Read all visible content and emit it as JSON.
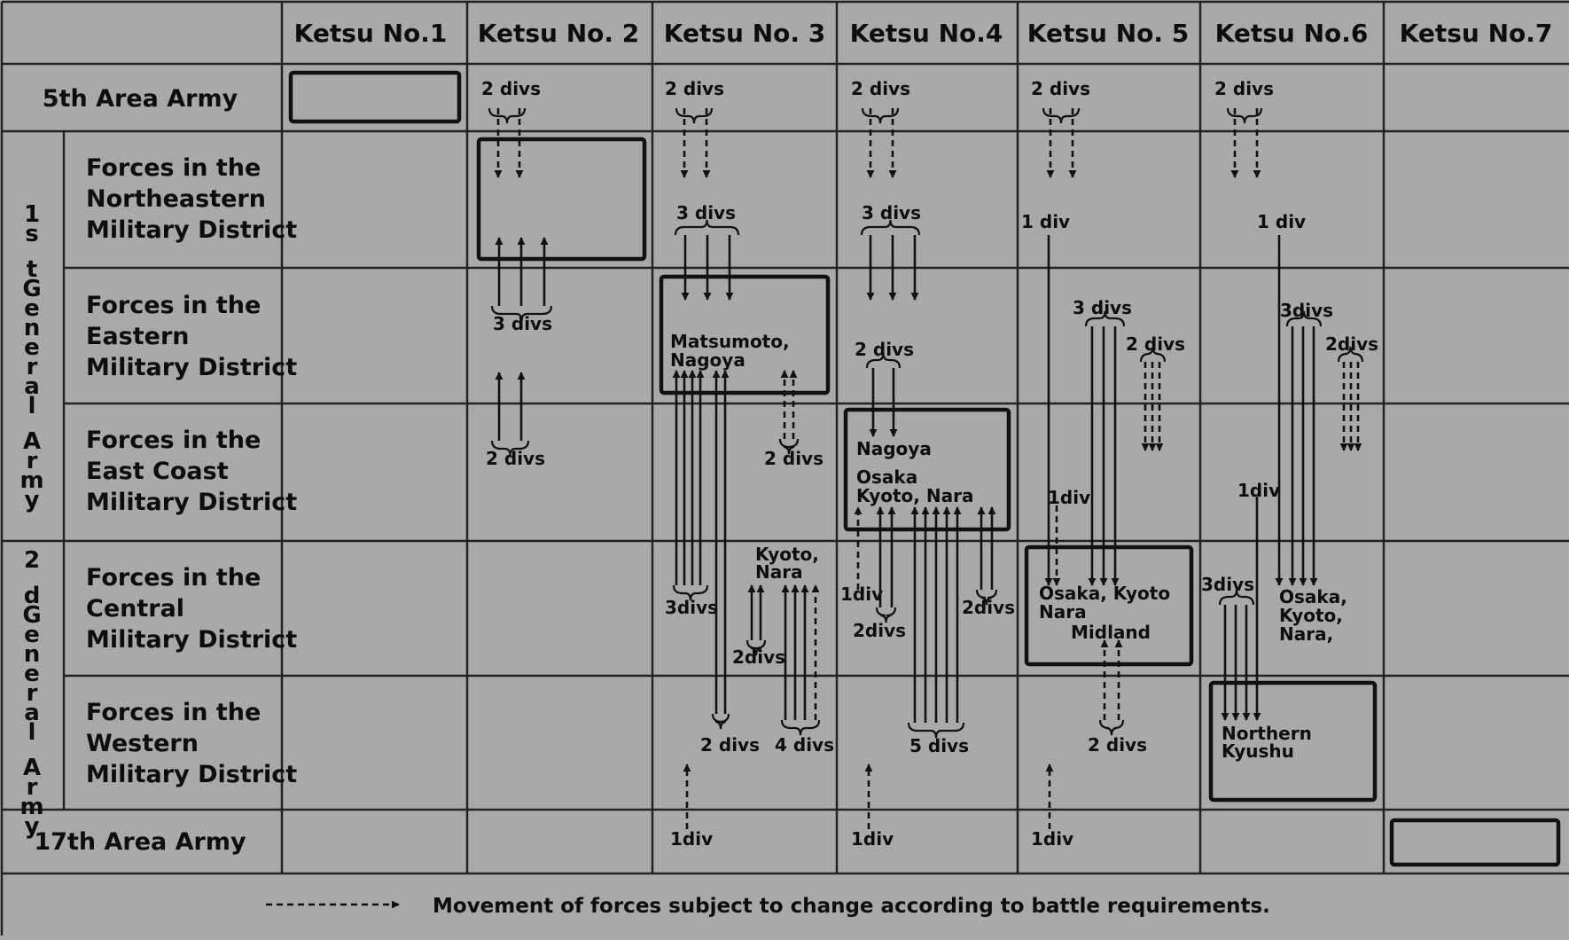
{
  "columns": [
    "Ketsu No.1",
    "Ketsu No. 2",
    "Ketsu No. 3",
    "Ketsu No.4",
    "Ketsu No. 5",
    "Ketsu No.6",
    "Ketsu No.7"
  ],
  "rows": {
    "area5": "5th Area Army",
    "ne": [
      "Forces in the",
      "Northeastern",
      "Military District"
    ],
    "east": [
      "Forces in the",
      "Eastern",
      "Military District"
    ],
    "ec": [
      "Forces in the",
      "East Coast",
      "Military District"
    ],
    "central": [
      "Forces in the",
      "Central",
      "Military District"
    ],
    "western": [
      "Forces in the",
      "Western",
      "Military District"
    ],
    "area17": "17th Area Army"
  },
  "groups": {
    "first": [
      "1",
      "s",
      "t",
      "G",
      "e",
      "n",
      "e",
      "r",
      "a",
      "l",
      "A",
      "r",
      "m",
      "y"
    ],
    "second": [
      "2",
      "d",
      "G",
      "e",
      "n",
      "e",
      "r",
      "a",
      "l",
      "A",
      "r",
      "m",
      "y"
    ]
  },
  "annotations": {
    "divs_2": "2 divs",
    "divs_3": "3 divs",
    "divs_4": "4 divs",
    "divs_5": "5 divs",
    "div_1_spaced": "1 div",
    "div_1": "1div",
    "divs_2_tight": "2divs",
    "divs_3_tight": "3divs"
  },
  "places": {
    "matsumoto": "Matsumoto,",
    "nagoya": "Nagoya",
    "kyoto_comma": "Kyoto,",
    "nara": "Nara",
    "osaka": "Osaka",
    "kyoto_nara": "Kyoto, Nara",
    "osaka_kyoto": "Osaka, Kyoto",
    "midland": "Midland",
    "osaka_comma": "Osaka,",
    "nara_comma": "Nara,",
    "northern": "Northern",
    "kyushu": "Kyushu"
  },
  "legend": {
    "text": "Movement of forces subject to change according to battle requirements.",
    "line_style": "dashed arrow"
  },
  "colors": {
    "background": "#a9a9a9",
    "ink": "#111111"
  }
}
